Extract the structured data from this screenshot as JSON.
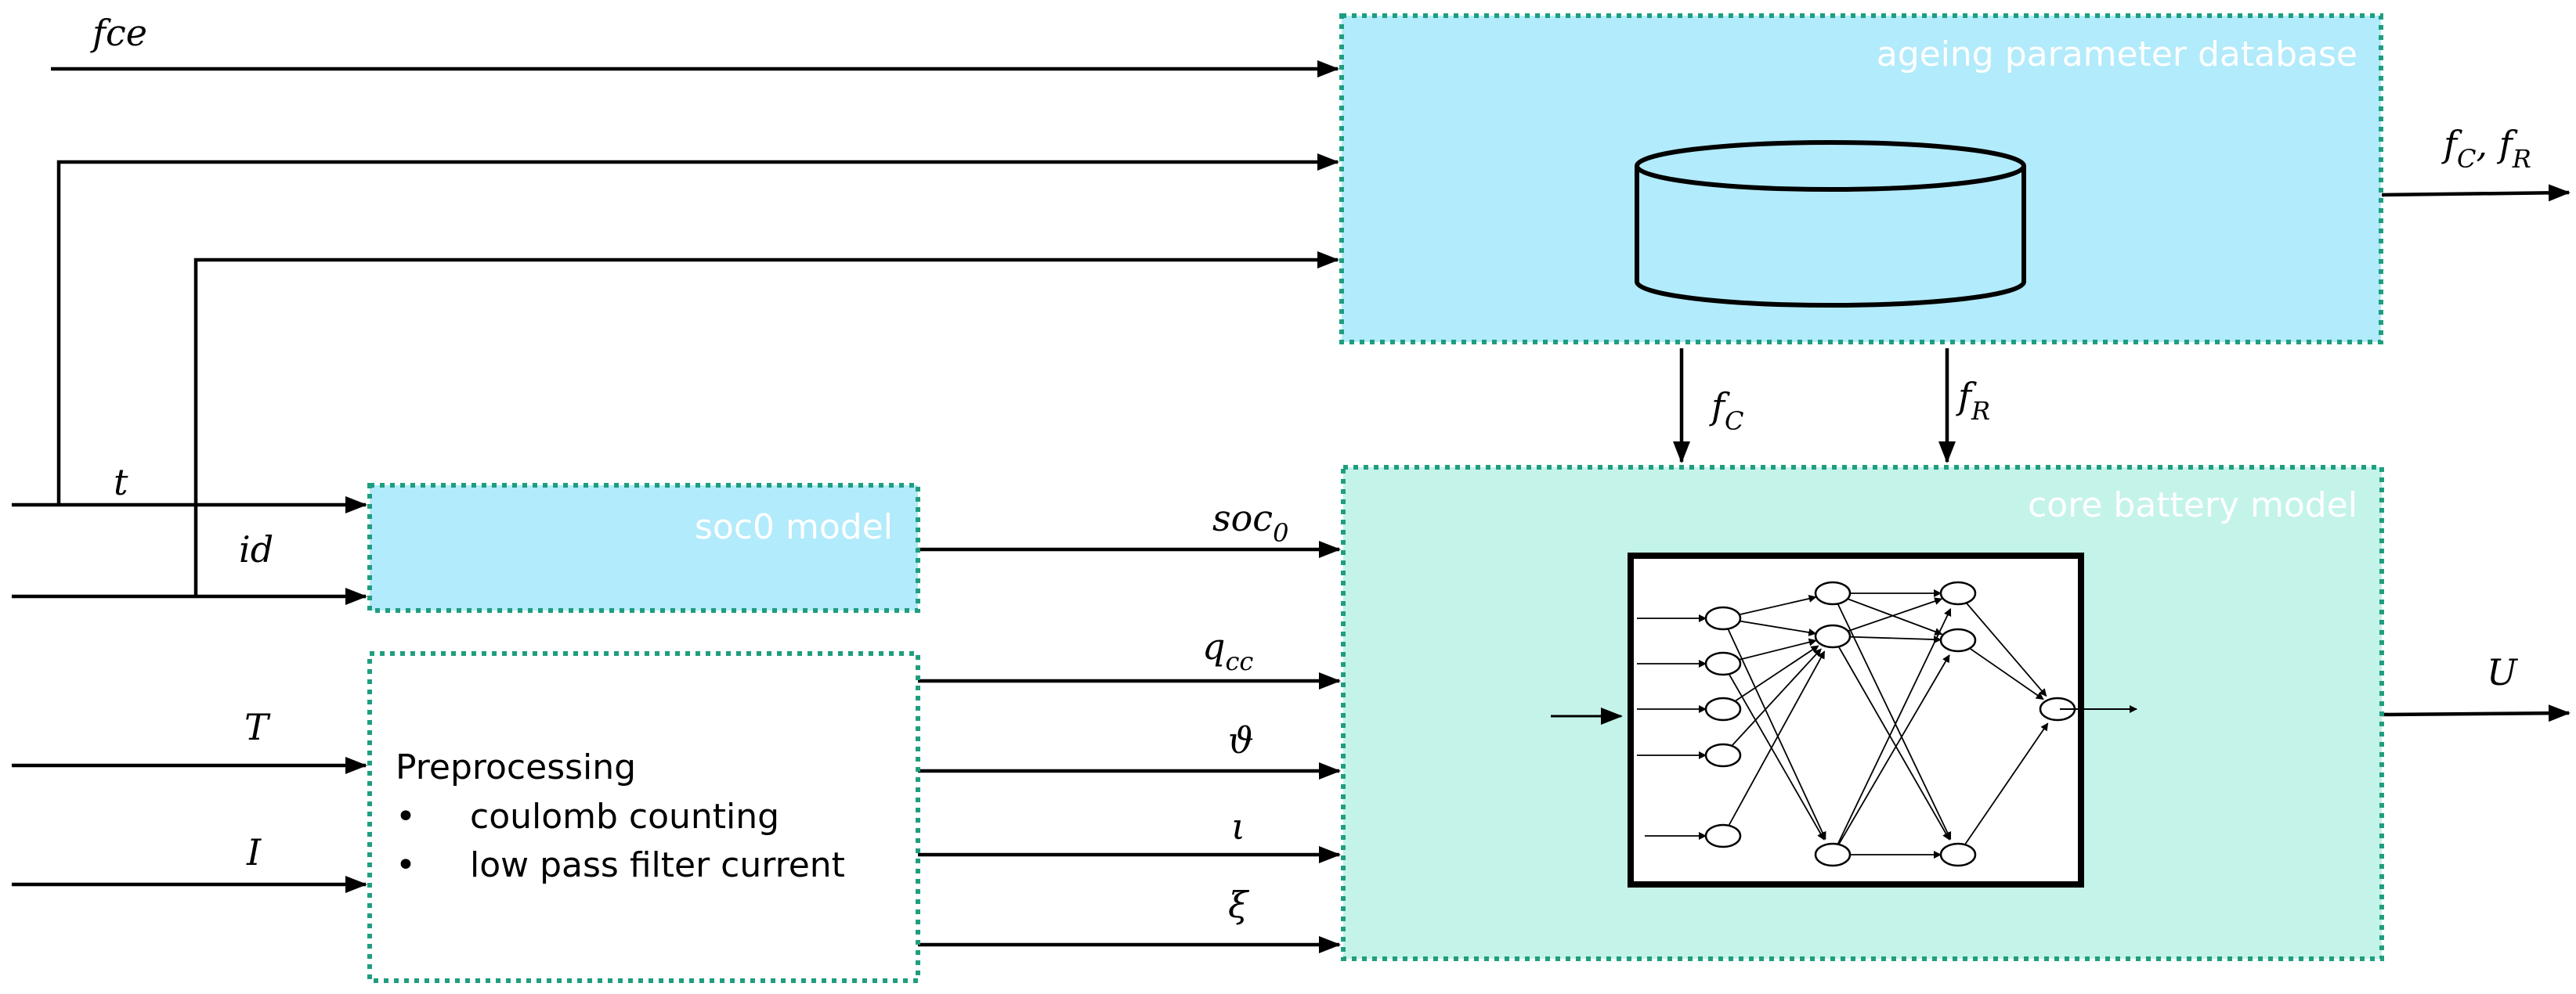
{
  "boxes": {
    "ageing": {
      "title": "ageing parameter database",
      "fill": "#b2ebfb"
    },
    "core": {
      "title": "core battery model",
      "fill": "#c4f3ea"
    },
    "soc0": {
      "title": "soc0 model",
      "fill": "#b2ebfb"
    },
    "preprocessing": {
      "title": "Preprocessing",
      "items": [
        "coulomb counting",
        "low pass filter current"
      ],
      "fill": "#ffffff"
    },
    "border_color": "#1f9e7f"
  },
  "signals": {
    "fce": "fce",
    "t": "t",
    "id": "id",
    "T": "T",
    "I": "I",
    "fC": {
      "base": "f",
      "sub": "C"
    },
    "fR": {
      "base": "f",
      "sub": "R"
    },
    "out_f": {
      "base1": "f",
      "sub1": "C",
      "sep": ", ",
      "base2": "f",
      "sub2": "R"
    },
    "soc0": {
      "base": "soc",
      "sub": "0"
    },
    "qcc": {
      "base": "q",
      "sub": "cc"
    },
    "theta": "ϑ",
    "iota": "ι",
    "xi": "ξ",
    "U": "U"
  },
  "icons": {
    "database": "database-cylinder-icon",
    "network": "neural-network-icon",
    "bullet": "•"
  }
}
